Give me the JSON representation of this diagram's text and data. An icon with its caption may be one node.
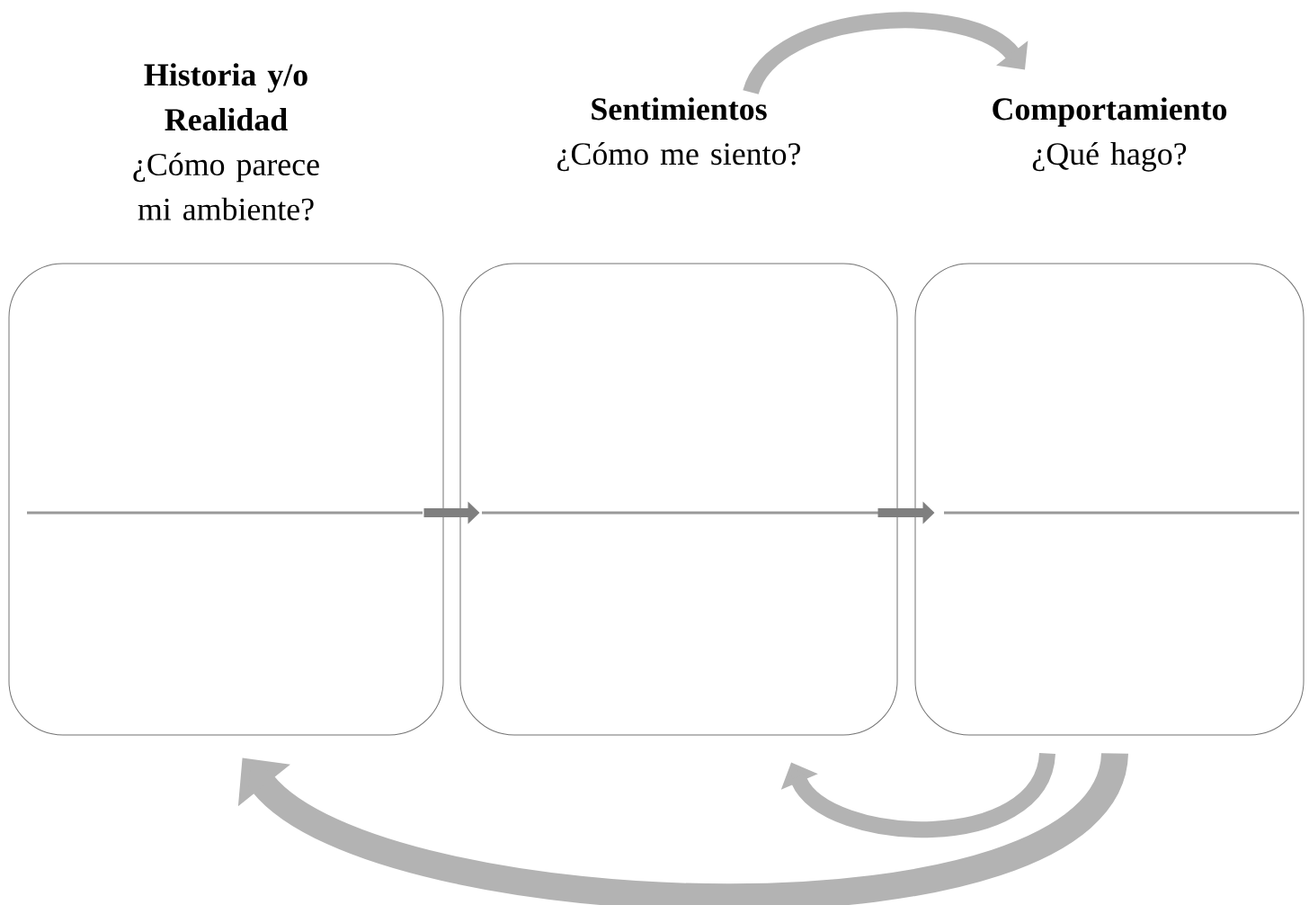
{
  "diagram": {
    "nodes": [
      {
        "text": [
          "Historia y/o Realidad",
          "¿Cómo parece mi ambiente?"
        ]
      },
      {
        "text": [
          "Sentimientos",
          "¿Cómo me siento?"
        ]
      },
      {
        "text": [
          "Comportamiento",
          "¿Qué hago?"
        ]
      }
    ],
    "edges": [
      {
        "from": 0,
        "to": 1,
        "arrow": "to",
        "color": "#7f7f7f"
      },
      {
        "from": 1,
        "to": 2,
        "arrow": "to",
        "color": "#7f7f7f"
      },
      {
        "from": 1,
        "to": 2,
        "arrow": "to"
      },
      {
        "from": 2,
        "to": 1,
        "arrow": "to"
      },
      {
        "from": 2,
        "to": 0,
        "arrow": "to"
      }
    ]
  }
}
